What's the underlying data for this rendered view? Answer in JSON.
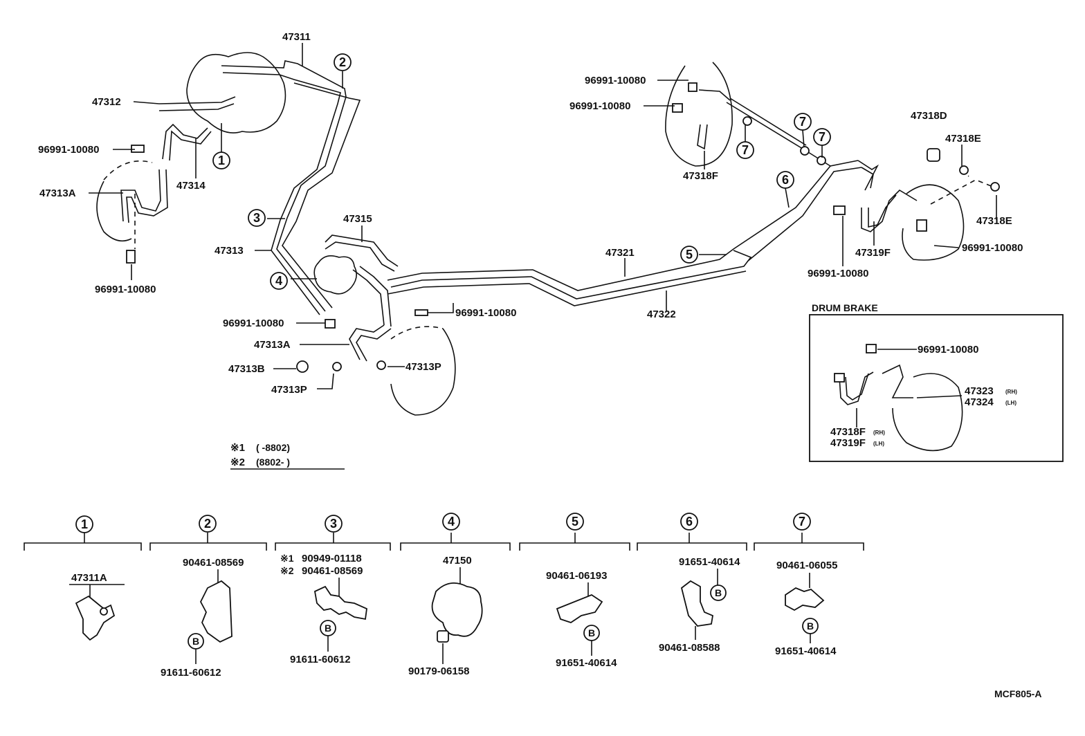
{
  "callouts": {
    "c1": "1",
    "c2": "2",
    "c3": "3",
    "c4": "4",
    "c5": "5",
    "c6": "6",
    "c7": "7"
  },
  "labels": {
    "p47311": "47311",
    "p47312": "47312",
    "p96991_a": "96991-10080",
    "p47314": "47314",
    "p47313A_a": "47313A",
    "p96991_b": "96991-10080",
    "p47313": "47313",
    "p47315": "47315",
    "p96991_c": "96991-10080",
    "p96991_d": "96991-10080",
    "p47313A_b": "47313A",
    "p47313B": "47313B",
    "p47313P_a": "47313P",
    "p47313P_b": "47313P",
    "p47321": "47321",
    "p47322": "47322",
    "p96991_e": "96991-10080",
    "p96991_f": "96991-10080",
    "p47318F": "47318F",
    "p47318D": "47318D",
    "p47318E_a": "47318E",
    "p47318E_b": "47318E",
    "p47319F": "47319F",
    "p96991_g": "96991-10080",
    "p96991_h": "96991-10080"
  },
  "notes": {
    "n1_mark": "※1",
    "n1_text": "(       -8802)",
    "n2_mark": "※2",
    "n2_text": "(8802-        )"
  },
  "drum": {
    "title": "DRUM BRAKE",
    "p96991": "96991-10080",
    "p47323": "47323",
    "p47323_tag": "(RH)",
    "p47324": "47324",
    "p47324_tag": "(LH)",
    "p47318F": "47318F",
    "p47318F_tag": "(RH)",
    "p47319F": "47319F",
    "p47319F_tag": "(LH)"
  },
  "details": {
    "d1_part": "47311A",
    "d2_top": "90461-08569",
    "d2_bottom": "91611-60612",
    "d3_mark1": "※1",
    "d3_top1": "90949-01118",
    "d3_mark2": "※2",
    "d3_top2": "90461-08569",
    "d3_bottom": "91611-60612",
    "d4_top": "47150",
    "d4_bottom": "90179-06158",
    "d5_top": "90461-06193",
    "d5_bottom": "91651-40614",
    "d6_top": "91651-40614",
    "d6_bottom": "90461-08588",
    "d7_top": "90461-06055",
    "d7_bottom": "91651-40614",
    "bolt_letter": "B"
  },
  "footer": {
    "code": "MCF805-A"
  }
}
